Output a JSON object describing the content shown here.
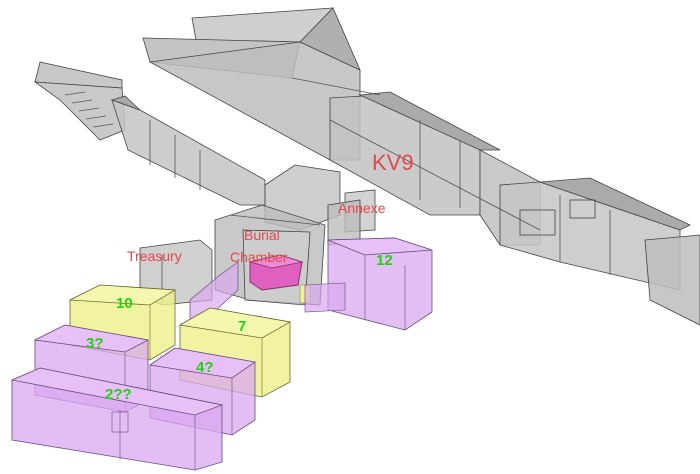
{
  "labels": {
    "kv9": "KV9",
    "annexe": "Annexe",
    "burial_line1": "Burial",
    "burial_line2": "Chamber",
    "treasury": "Treasury"
  },
  "chambers": {
    "c12": "12",
    "c10": "10",
    "c7": "7",
    "c3": "3?",
    "c4": "4?",
    "c2": "2??"
  },
  "colors": {
    "corridor_fill": "#b9b9b9",
    "purple_fill": "#d9a8f0",
    "yellow_fill": "#eef08a",
    "red_label": "#e0484a",
    "green_label": "#22d10f",
    "sarcophagus": "#e060c0"
  }
}
